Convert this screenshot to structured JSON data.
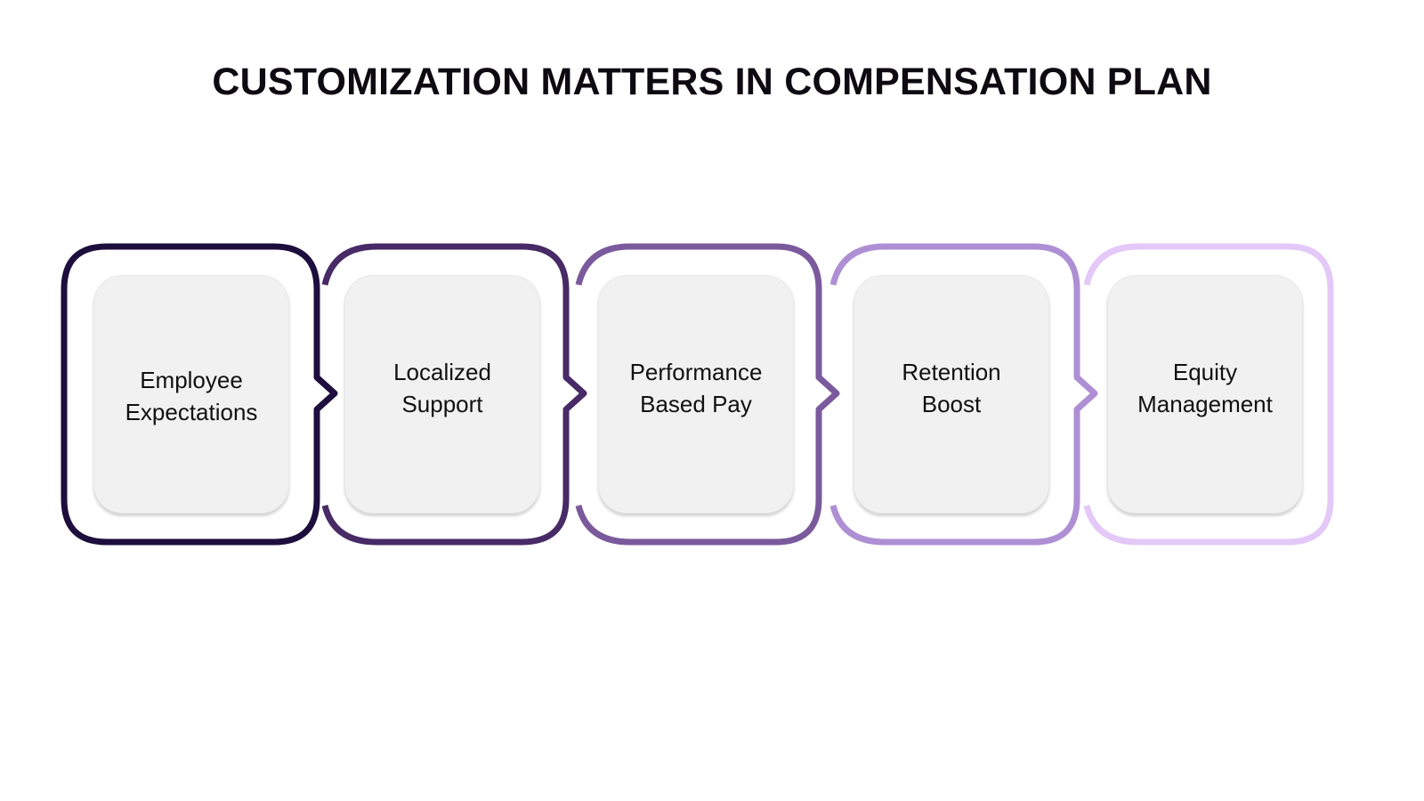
{
  "title": "CUSTOMIZATION MATTERS IN COMPENSATION PLAN",
  "steps": [
    {
      "label": "Employee\nExpectations",
      "color": "#1e0e3d"
    },
    {
      "label": "Localized\nSupport",
      "color": "#472a66"
    },
    {
      "label": "Performance\nBased Pay",
      "color": "#7a5a9c"
    },
    {
      "label": "Retention\nBoost",
      "color": "#ae8fd4"
    },
    {
      "label": "Equity\nManagement",
      "color": "#e3c8f8"
    }
  ]
}
